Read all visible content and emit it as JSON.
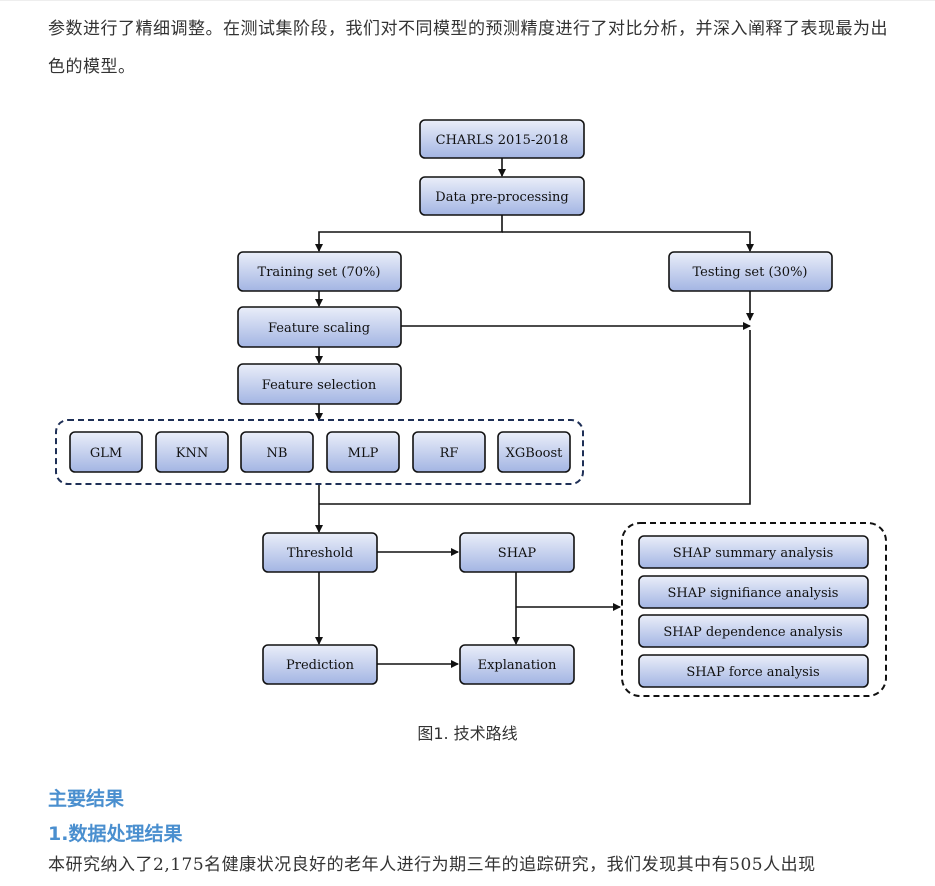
{
  "intro_text": "参数进行了精细调整。在测试集阶段，我们对不同模型的预测精度进行了对比分析，并深入阐释了表现最为出色的模型。",
  "figure": {
    "caption": "图1. 技术路线",
    "nodes": {
      "charls": "CHARLS 2015-2018",
      "preprocess": "Data pre-processing",
      "training": "Training set (70%)",
      "testing": "Testing set (30%)",
      "scaling": "Feature scaling",
      "selection": "Feature selection",
      "threshold": "Threshold",
      "shap": "SHAP",
      "prediction": "Prediction",
      "explanation": "Explanation"
    },
    "models": [
      "GLM",
      "KNN",
      "NB",
      "MLP",
      "RF",
      "XGBoost"
    ],
    "shap_analyses": [
      "SHAP summary analysis",
      "SHAP signifiance analysis",
      "SHAP dependence analysis",
      "SHAP force analysis"
    ]
  },
  "section_title": "主要结果",
  "subsection_title": "1.数据处理结果",
  "results_text": "本研究纳入了2,175名健康状况良好的老年人进行为期三年的追踪研究，我们发现其中有505人出现",
  "colors": {
    "box_fill_top": "#e8edf8",
    "box_fill_bottom": "#a4b6e4",
    "box_border": "#1a1a1a",
    "heading": "#4a8fcf",
    "dashed_border": "#1e2f56"
  }
}
